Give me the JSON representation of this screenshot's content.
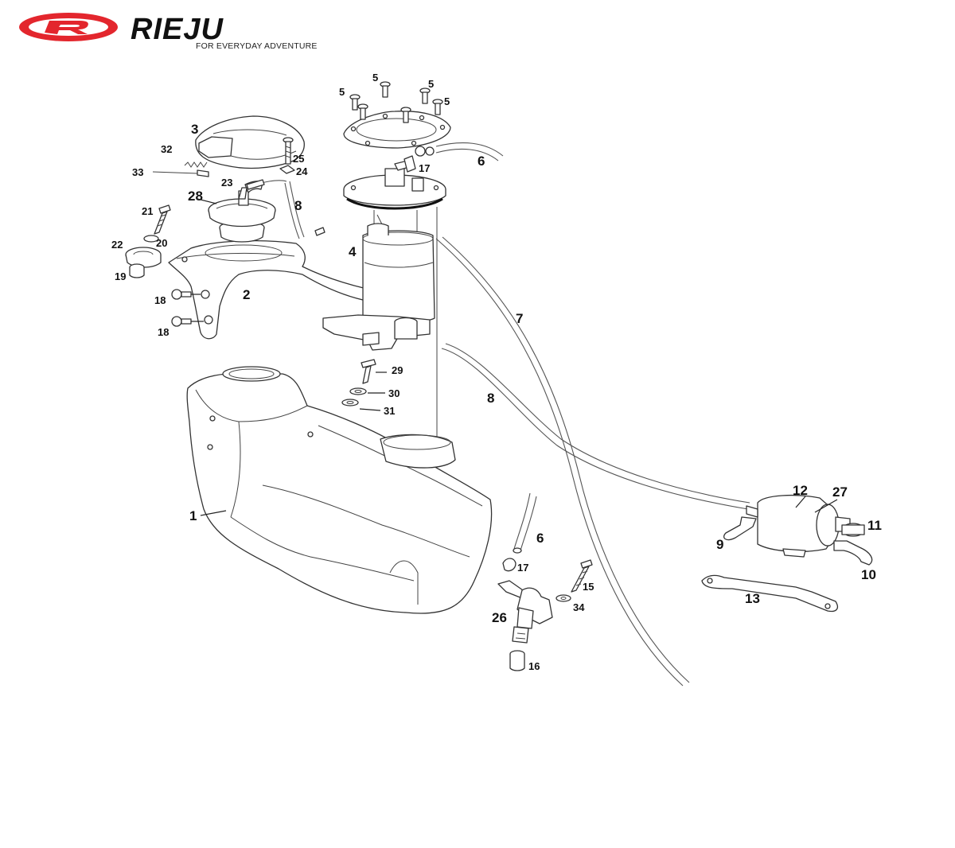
{
  "brand": {
    "name": "RIEJU",
    "tagline": "FOR EVERYDAY ADVENTURE",
    "colors": {
      "red": "#e3262d",
      "black": "#111111"
    }
  },
  "callouts": [
    {
      "id": "c1",
      "text": "1"
    },
    {
      "id": "c2",
      "text": "2"
    },
    {
      "id": "c3",
      "text": "3"
    },
    {
      "id": "c4",
      "text": "4"
    },
    {
      "id": "c5a",
      "text": "5"
    },
    {
      "id": "c5b",
      "text": "5"
    },
    {
      "id": "c5c",
      "text": "5"
    },
    {
      "id": "c5d",
      "text": "5"
    },
    {
      "id": "c6a",
      "text": "6"
    },
    {
      "id": "c6b",
      "text": "6"
    },
    {
      "id": "c7",
      "text": "7"
    },
    {
      "id": "c8a",
      "text": "8"
    },
    {
      "id": "c8b",
      "text": "8"
    },
    {
      "id": "c9",
      "text": "9"
    },
    {
      "id": "c10",
      "text": "10"
    },
    {
      "id": "c11",
      "text": "11"
    },
    {
      "id": "c12",
      "text": "12"
    },
    {
      "id": "c13",
      "text": "13"
    },
    {
      "id": "c15",
      "text": "15"
    },
    {
      "id": "c16",
      "text": "16"
    },
    {
      "id": "c17a",
      "text": "17"
    },
    {
      "id": "c17b",
      "text": "17"
    },
    {
      "id": "c18a",
      "text": "18"
    },
    {
      "id": "c18b",
      "text": "18"
    },
    {
      "id": "c19",
      "text": "19"
    },
    {
      "id": "c20",
      "text": "20"
    },
    {
      "id": "c21",
      "text": "21"
    },
    {
      "id": "c22",
      "text": "22"
    },
    {
      "id": "c23",
      "text": "23"
    },
    {
      "id": "c24",
      "text": "24"
    },
    {
      "id": "c25",
      "text": "25"
    },
    {
      "id": "c26",
      "text": "26"
    },
    {
      "id": "c27",
      "text": "27"
    },
    {
      "id": "c28",
      "text": "28"
    },
    {
      "id": "c29",
      "text": "29"
    },
    {
      "id": "c30",
      "text": "30"
    },
    {
      "id": "c31",
      "text": "31"
    },
    {
      "id": "c32",
      "text": "32"
    },
    {
      "id": "c33",
      "text": "33"
    },
    {
      "id": "c34",
      "text": "34"
    }
  ]
}
